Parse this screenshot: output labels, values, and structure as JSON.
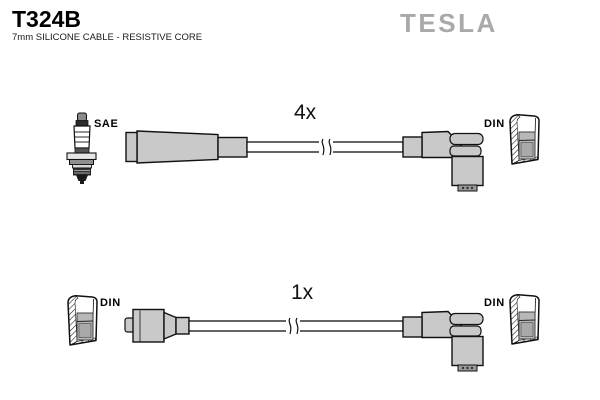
{
  "header": {
    "part_number": "T324B",
    "subtitle": "7mm SILICONE CABLE - RESISTIVE CORE",
    "brand": "TESLA",
    "brand_color": "#a9a9a9"
  },
  "diagram": {
    "top_set": {
      "quantity_label": "4x",
      "spark_plug_end": "SAE",
      "distributor_end": "DIN"
    },
    "bottom_set": {
      "quantity_label": "1x",
      "coil_end": "DIN",
      "distributor_end": "DIN"
    }
  },
  "colors": {
    "background": "#ffffff",
    "outline": "#111111",
    "boot_fill": "#c9c9c9",
    "terminal_fill": "#b8b8b8",
    "brand_gray": "#a9a9a9"
  }
}
